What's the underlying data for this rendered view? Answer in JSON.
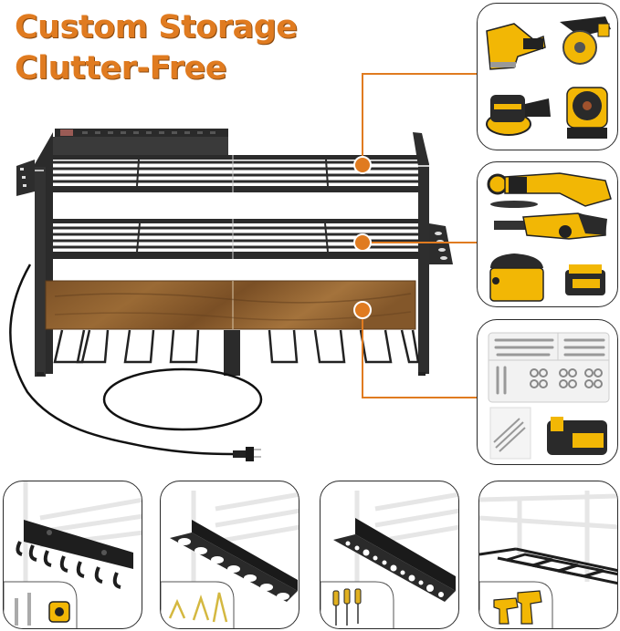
{
  "headline": {
    "line1": "Custom Storage",
    "line2": "Clutter-Free",
    "color": "#e07b20"
  },
  "colors": {
    "accent": "#e07b20",
    "frame": "#2b2b2b",
    "wood": "#8a5a2b",
    "tool_yellow": "#f2b705",
    "panel_border": "#2a2a2a"
  },
  "hero": {
    "product": "metal-power-tool-organizer-shelf",
    "tiers": [
      "top-wire-shelf",
      "middle-wire-shelf",
      "bottom-wood-shelf"
    ],
    "features": [
      "power-strip",
      "side-hook-rack",
      "side-hole-rack",
      "drill-hanger-slots",
      "power-cord-with-plug"
    ],
    "drill_slots": 8
  },
  "callouts": [
    {
      "target": "top-wire-shelf",
      "panel": "right-panel-1",
      "items": [
        "jigsaw",
        "circular-saw",
        "orbital-sander",
        "jobsite-fan"
      ]
    },
    {
      "target": "middle-wire-shelf",
      "panel": "right-panel-2",
      "items": [
        "angle-grinder",
        "reciprocating-saw",
        "wet-dry-vacuum",
        "battery-pack"
      ]
    },
    {
      "target": "bottom-wood-shelf",
      "panel": "right-panel-3",
      "items": [
        "hardware-kit-box",
        "wall-anchor-bag",
        "battery-pack"
      ]
    }
  ],
  "accessory_panels": [
    {
      "name": "hook-rack",
      "holds": [
        "wrenches",
        "tape-measure"
      ],
      "hook_count": 7
    },
    {
      "name": "plier-hole-rack",
      "holds": [
        "pliers",
        "needle-nose-pliers",
        "pruning-shears"
      ],
      "hole_count": 7
    },
    {
      "name": "screwdriver-hole-rack",
      "holds": [
        "screwdrivers"
      ],
      "hole_count": 13
    },
    {
      "name": "drill-hanger",
      "holds": [
        "cordless-drills"
      ],
      "slot_count": 5
    }
  ]
}
